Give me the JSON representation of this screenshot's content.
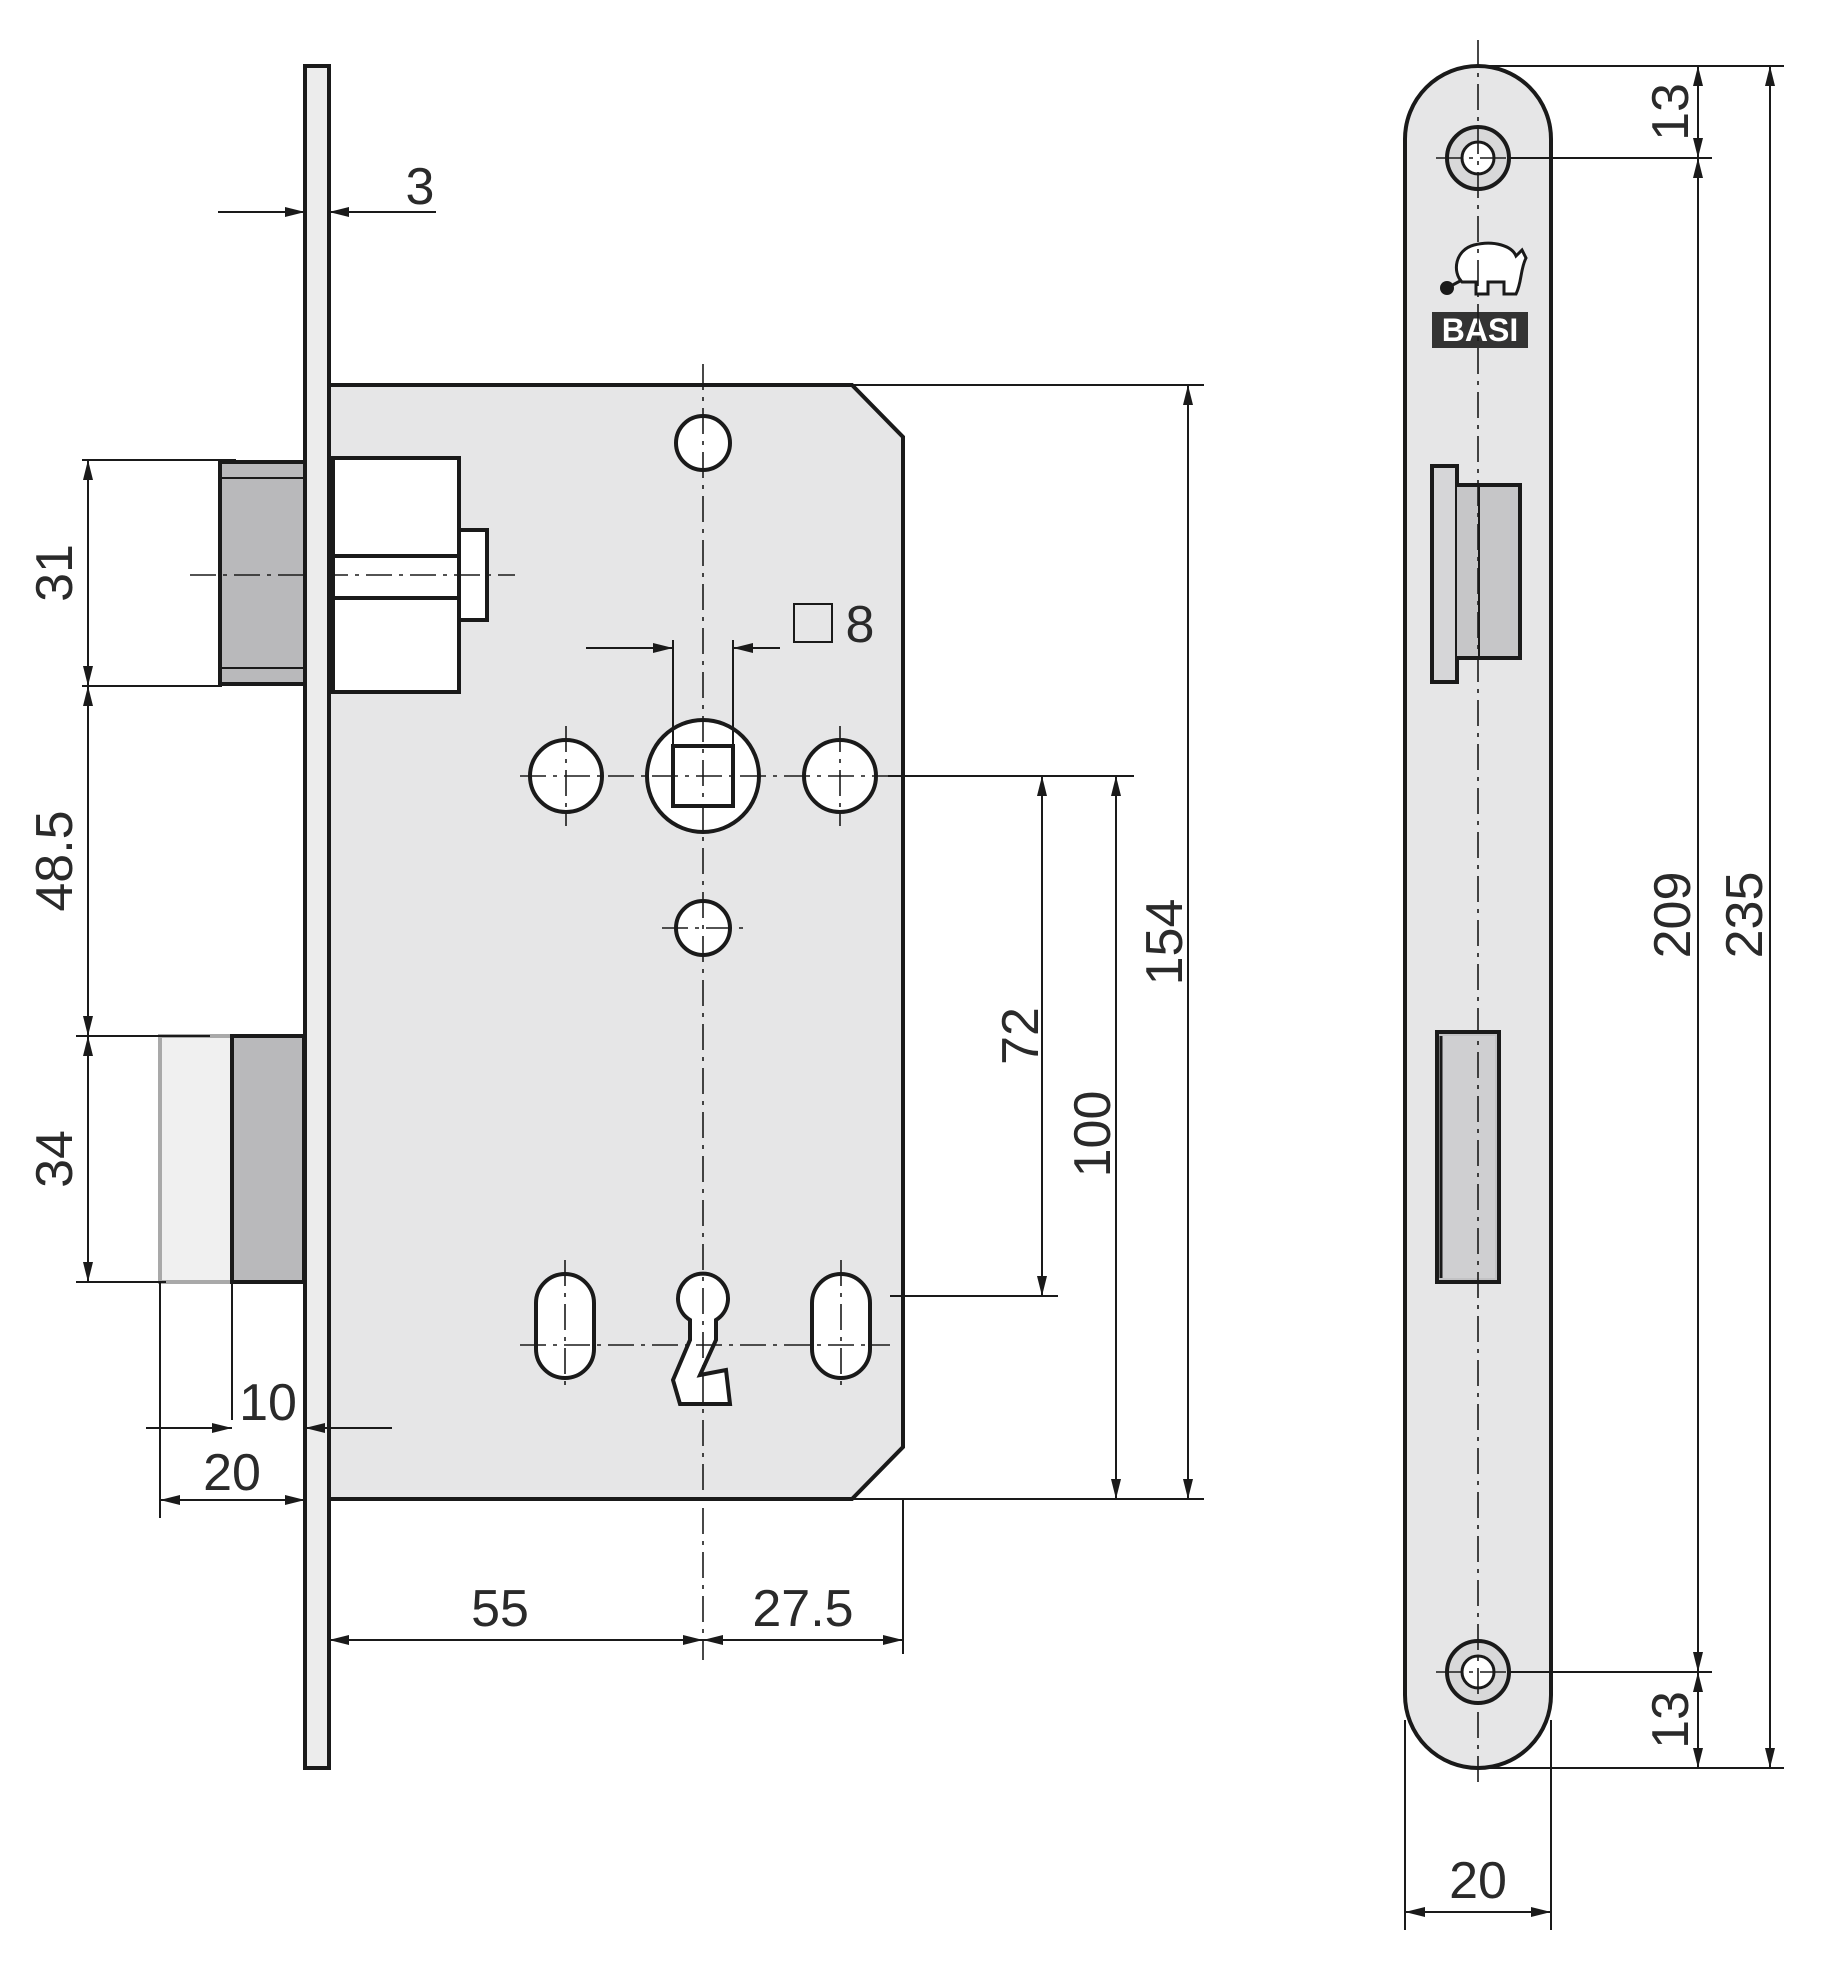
{
  "brand": {
    "name": "BASI",
    "icon": "elephant-logo-icon"
  },
  "front_view": {
    "faceplate_thickness": "3",
    "latch_height": "31",
    "latch_to_bolt": "48.5",
    "bolt_height": "34",
    "bolt_extension": "10",
    "bolt_extension_total": "20",
    "square_spindle": "8",
    "backset": "55",
    "case_edge": "27.5",
    "spindle_to_keyhole": "72",
    "spindle_to_bottom": "100",
    "case_height": "154"
  },
  "side_view": {
    "screw_top_offset": "13",
    "screw_bottom_offset": "13",
    "screw_spacing": "209",
    "faceplate_length": "235",
    "faceplate_width": "20"
  }
}
